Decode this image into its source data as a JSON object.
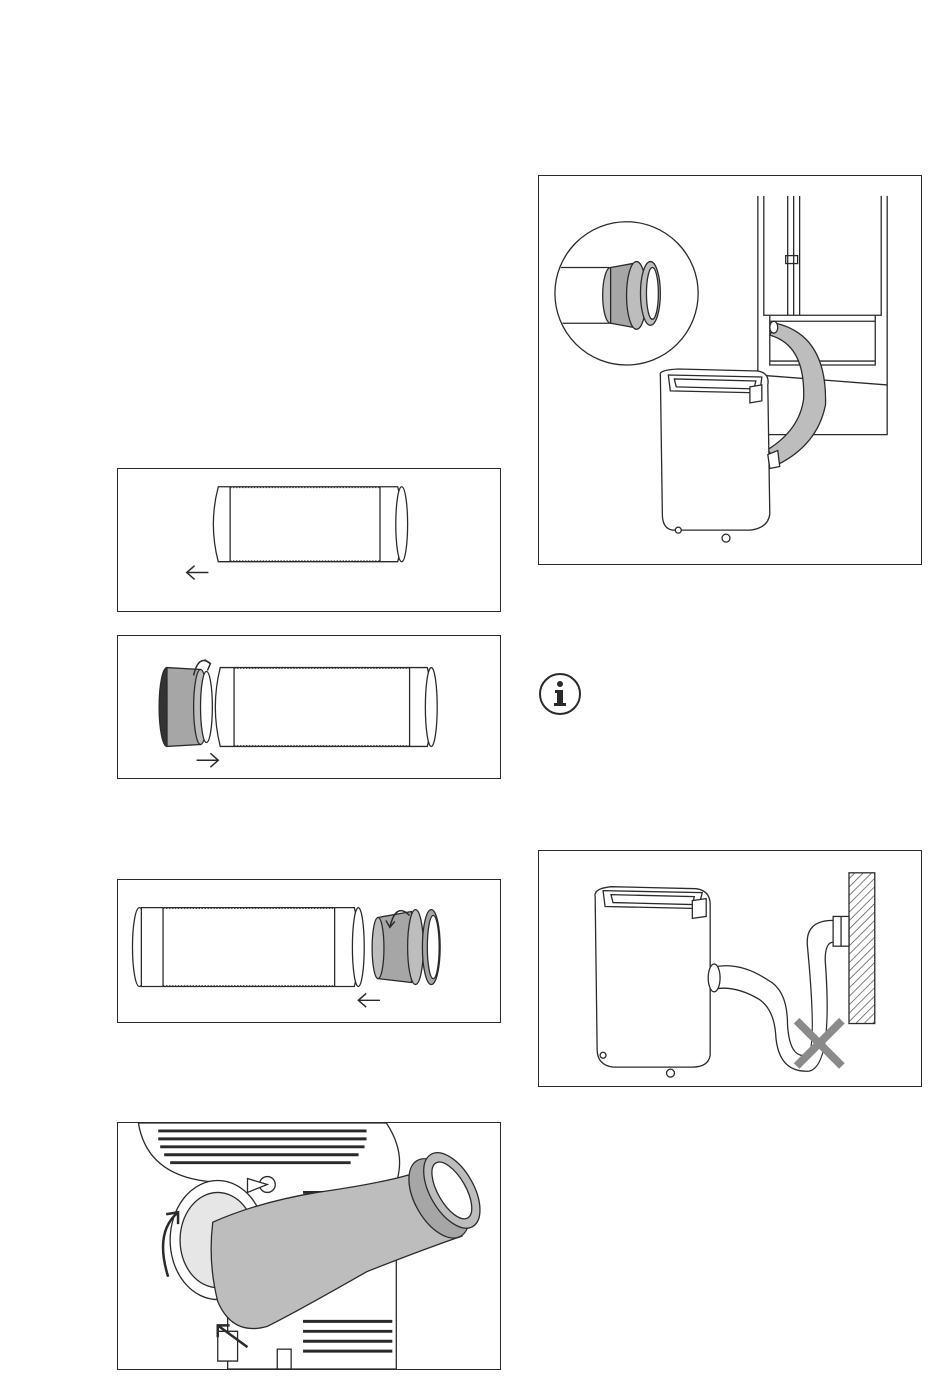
{
  "page": {
    "figures": [
      {
        "id": "fig-hose-extend",
        "arrow": "left-arrow-icon"
      },
      {
        "id": "fig-adapter-window-attach",
        "arrows": [
          "rotate-arrow-icon",
          "right-arrow-icon"
        ]
      },
      {
        "id": "fig-adapter-unit-attach",
        "arrows": [
          "rotate-arrow-icon",
          "left-arrow-icon"
        ]
      },
      {
        "id": "fig-hose-to-unit-connect",
        "arrows": [
          "rotate-arrow-icon",
          "push-arrow-icon"
        ]
      },
      {
        "id": "fig-window-installation",
        "detail": "zoom-detail-circle"
      },
      {
        "id": "fig-hose-bend-warning",
        "mark": "cross-icon"
      }
    ],
    "info_icon": "info-icon",
    "colors": {
      "line": "#2a2a2a",
      "hose_fill": "#bdbdbd",
      "adapter_fill": "#a6a6a6",
      "cross": "#8a8a8a",
      "wall_hatch": "#555555"
    }
  }
}
